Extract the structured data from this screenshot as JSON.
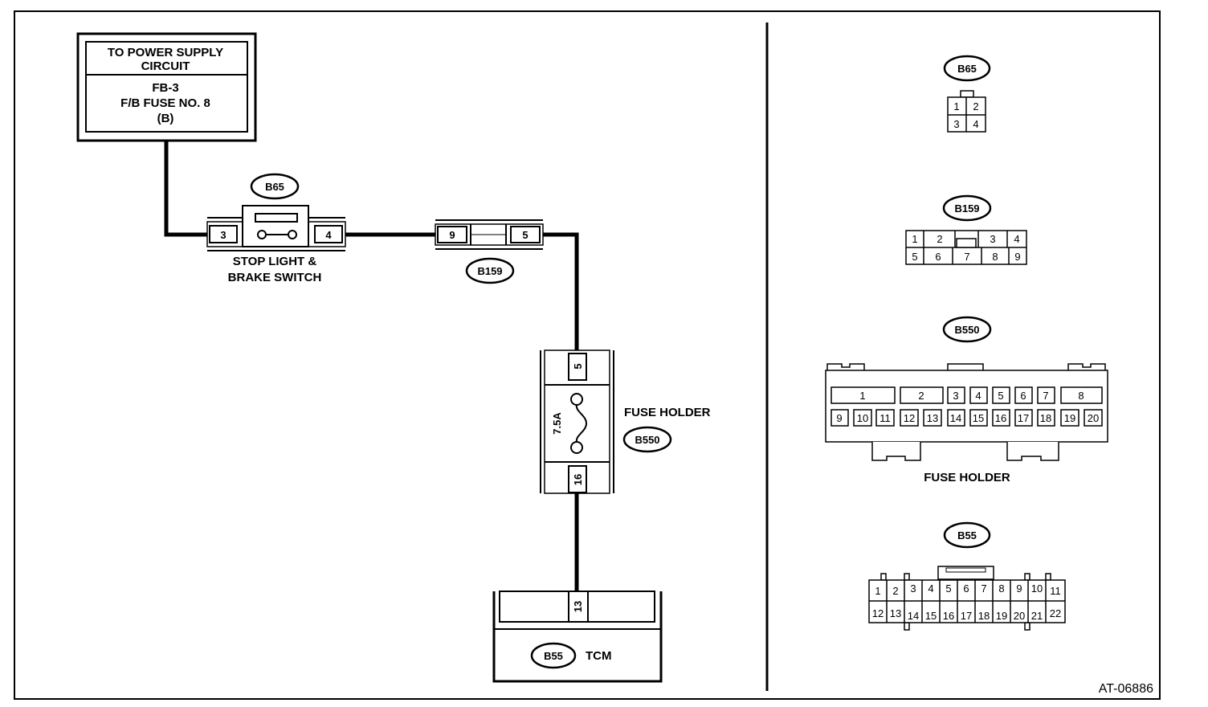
{
  "power_box": {
    "line1": "TO POWER SUPPLY",
    "line2": "CIRCUIT",
    "fuse1": "FB-3",
    "fuse2": "F/B FUSE NO. 8",
    "fuse3": "(B)"
  },
  "switch": {
    "connector": "B65",
    "pin_in": "3",
    "pin_out": "4",
    "label1": "STOP LIGHT &",
    "label2": "BRAKE SWITCH"
  },
  "joint": {
    "connector": "B159",
    "pin_in": "9",
    "pin_out": "5"
  },
  "fuse_holder": {
    "connector": "B550",
    "pin_top": "5",
    "pin_bottom": "16",
    "rating": "7.5A",
    "label": "FUSE HOLDER"
  },
  "tcm": {
    "connector": "B55",
    "pin": "13",
    "label": "TCM"
  },
  "connector_views": {
    "b65": {
      "name": "B65",
      "pins": [
        "1",
        "2",
        "3",
        "4"
      ]
    },
    "b159": {
      "name": "B159",
      "pins": [
        "1",
        "2",
        "3",
        "4",
        "5",
        "6",
        "7",
        "8",
        "9"
      ]
    },
    "b550": {
      "name": "B550",
      "top": [
        "1",
        "2",
        "3",
        "4",
        "5",
        "6",
        "7",
        "8"
      ],
      "bottom": [
        "9",
        "10",
        "11",
        "12",
        "13",
        "14",
        "15",
        "16",
        "17",
        "18",
        "19",
        "20"
      ],
      "caption": "FUSE HOLDER"
    },
    "b55": {
      "name": "B55",
      "top": [
        "1",
        "2",
        "3",
        "4",
        "5",
        "6",
        "7",
        "8",
        "9",
        "10",
        "11"
      ],
      "bottom": [
        "12",
        "13",
        "14",
        "15",
        "16",
        "17",
        "18",
        "19",
        "20",
        "21",
        "22"
      ]
    }
  },
  "figure_id": "AT-06886"
}
